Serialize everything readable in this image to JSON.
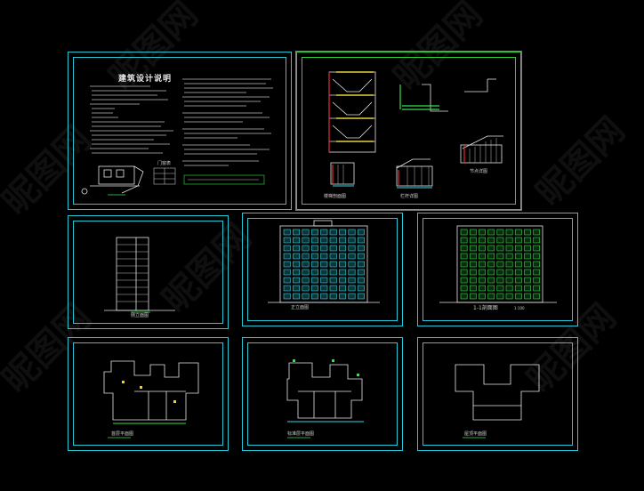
{
  "canvas": {
    "background": "#000000"
  },
  "colors": {
    "frame": "#27c7d8",
    "frame_active": "#2fd13a",
    "line": "#e6e6e6",
    "accent_green": "#38e04a",
    "accent_red": "#e0303a",
    "accent_yellow": "#e6d23a",
    "accent_cyan": "#35d8e8"
  },
  "watermark": {
    "text": "昵图网"
  },
  "sheets": {
    "notes": {
      "title": "建筑设计说明",
      "legend_label": "门窗表"
    },
    "stair_detail": {
      "label_a": "楼梯剖面图",
      "label_b": "栏杆详图",
      "label_c": "节点详图"
    },
    "elevation_side": {
      "label": "侧立面图"
    },
    "elevation_front": {
      "label": "正立面图"
    },
    "section": {
      "label": "1-1剖面图",
      "scale": "1:100"
    },
    "plan_ground": {
      "label": "首层平面图"
    },
    "plan_standard": {
      "label": "标准层平面图"
    },
    "plan_roof": {
      "label": "屋顶平面图"
    }
  }
}
